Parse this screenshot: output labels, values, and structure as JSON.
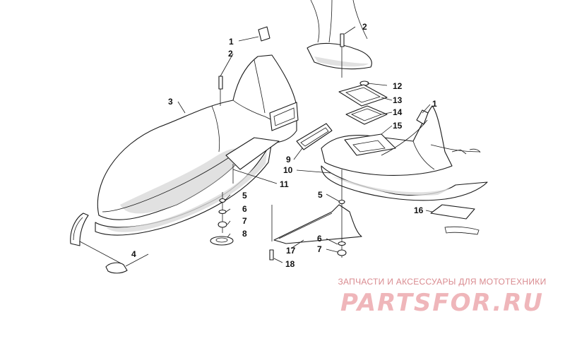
{
  "callouts": {
    "c1a": "1",
    "c1b": "1",
    "c2a": "2",
    "c2b": "2",
    "c3": "3",
    "c4": "4",
    "c5a": "5",
    "c5b": "5",
    "c6a": "6",
    "c6b": "6",
    "c7a": "7",
    "c7b": "7",
    "c8": "8",
    "c9": "9",
    "c10": "10",
    "c11": "11",
    "c12": "12",
    "c13": "13",
    "c14": "14",
    "c15": "15",
    "c16": "16",
    "c17": "17",
    "c18": "18"
  },
  "watermark": {
    "tagline": "ЗАПЧАСТИ И АКСЕССУАРЫ ДЛЯ МОТОТЕХНИКИ",
    "brand": "PARTSFOR.RU"
  }
}
